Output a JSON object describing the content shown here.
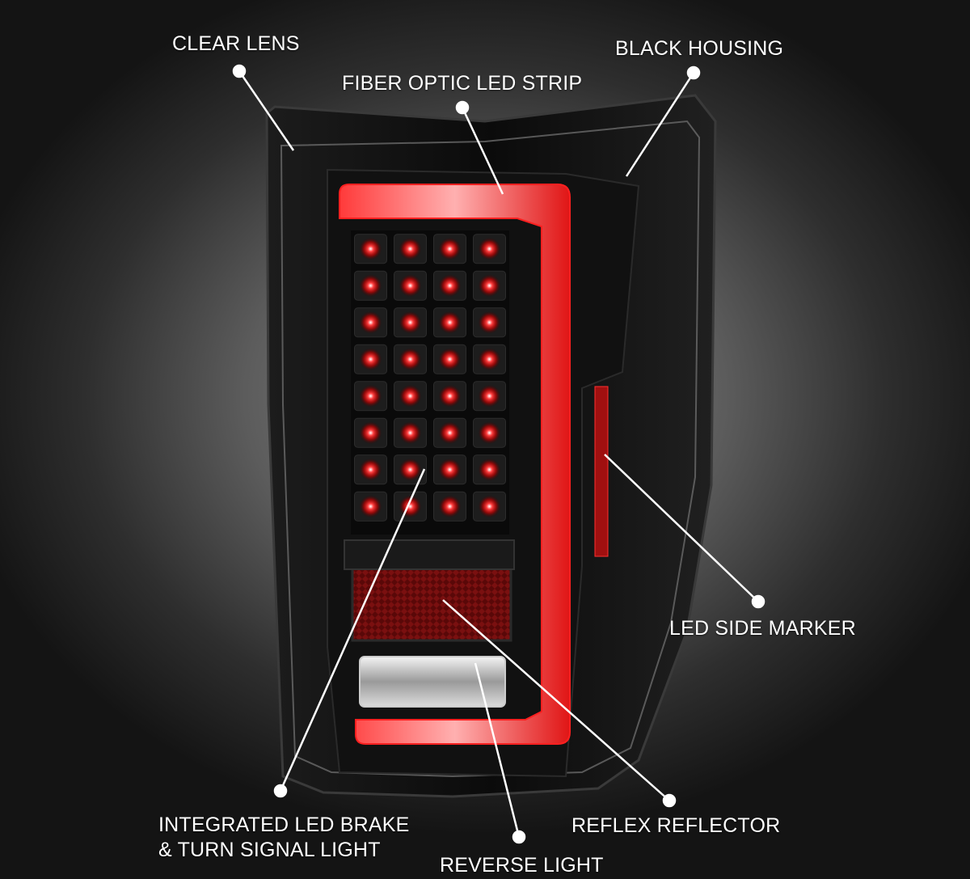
{
  "callouts": {
    "clear_lens": "CLEAR LENS",
    "fiber_optic": "FIBER OPTIC LED STRIP",
    "black_housing": "BLACK HOUSING",
    "led_side_marker": "LED SIDE MARKER",
    "brake_turn_line1": "INTEGRATED LED BRAKE",
    "brake_turn_line2": "& TURN SIGNAL LIGHT",
    "reflex_reflector": "REFLEX REFLECTOR",
    "reverse_light": "REVERSE LIGHT"
  },
  "colors": {
    "housing": "#0d0d0d",
    "led_red": "#ff1a1a",
    "strip_red": "#e01515",
    "reflector_red": "#6e0c0c",
    "callout_text": "#ffffff",
    "callout_line": "#ffffff"
  },
  "led_grid": {
    "columns": 4,
    "rows": 8
  }
}
